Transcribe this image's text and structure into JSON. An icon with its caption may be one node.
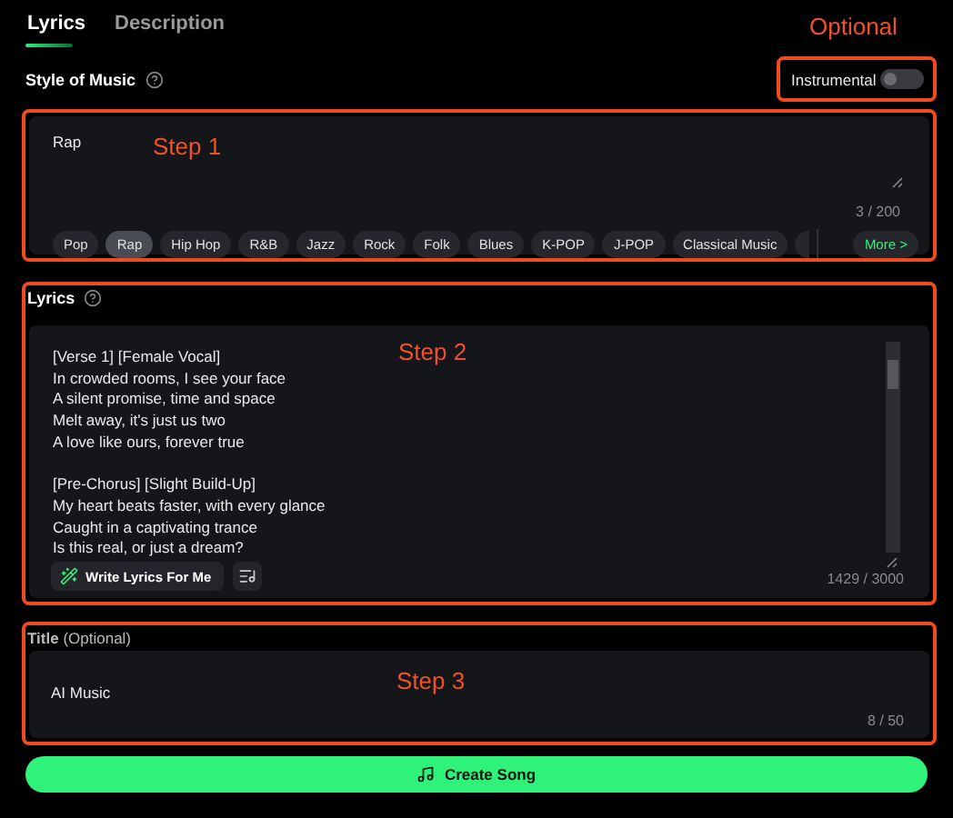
{
  "diagram": {
    "nodes": [
      {
        "text": [
          "Instrumental"
        ],
        "beside": [
          "Optional"
        ]
      },
      {
        "text": [
          "Rap",
          "Step 1",
          "3 / 200"
        ]
      },
      {
        "text": [
          "Pop"
        ],
        "in": 1
      },
      {
        "text": [
          "Rap"
        ],
        "in": 1
      },
      {
        "text": [
          "Hip Hop"
        ],
        "in": 1
      },
      {
        "text": [
          "R&B"
        ],
        "in": 1
      },
      {
        "text": [
          "Jazz"
        ],
        "in": 1
      },
      {
        "text": [
          "Rock"
        ],
        "in": 1
      },
      {
        "text": [
          "Folk"
        ],
        "in": 1
      },
      {
        "text": [
          "Blues"
        ],
        "in": 1
      },
      {
        "text": [
          "K-POP"
        ],
        "in": 1
      },
      {
        "text": [
          "J-POP"
        ],
        "in": 1
      },
      {
        "text": [
          "Classical Music"
        ],
        "in": 1
      },
      {
        "text": [],
        "shape": "box",
        "in": 1
      },
      {
        "text": [
          "More >"
        ],
        "in": 1
      },
      {
        "text": [
          "Lyrics",
          "Step 2",
          "[Verse 1] [Female Vocal]",
          "In crowded rooms, I see your face",
          "A silent promise, time and space",
          "Melt away, it's just us two",
          "A love like ours, forever true",
          "[Pre-Chorus] [Slight Build-Up]",
          "My heart beats faster, with every glance",
          "Caught in a captivating trance",
          "Is this real, or just a dream?",
          "1429 / 3000"
        ]
      },
      {
        "text": [
          "Write Lyrics For Me"
        ],
        "in": 15
      },
      {
        "text": [
          "**Title** (Optional)",
          "Step 3",
          "AI Music",
          "8 / 50"
        ]
      },
      {
        "text": [
          "Create Song"
        ]
      }
    ],
    "labels": [
      "Lyrics",
      "Description",
      "Style of Music"
    ]
  }
}
